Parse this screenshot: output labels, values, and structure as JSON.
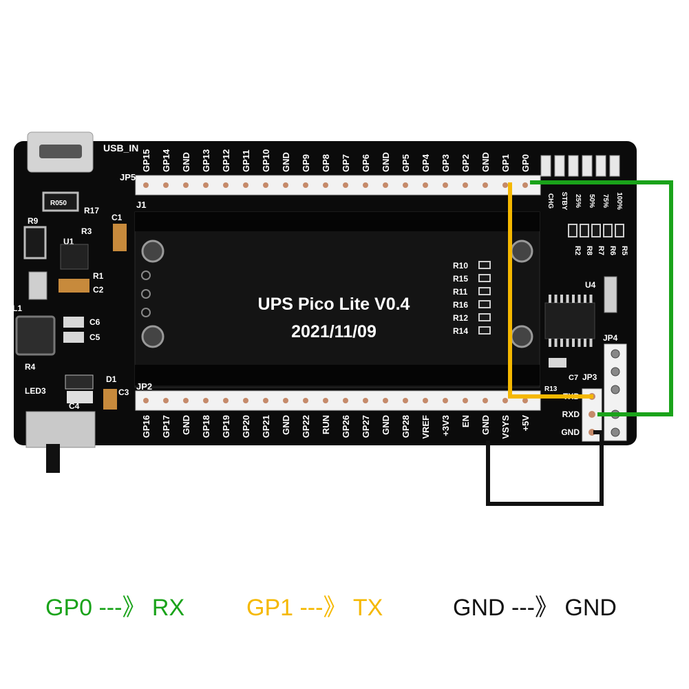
{
  "board": {
    "title": "UPS Pico Lite V0.4",
    "date": "2021/11/09",
    "usb_label": "USB_IN",
    "header_top_label": "JP5",
    "header_j1_label": "J1",
    "header_bottom_label": "JP2",
    "jp3_label": "JP3",
    "jp4_label": "JP4",
    "u4_label": "U4",
    "top_pins": [
      "GP15",
      "GP14",
      "GND",
      "GP13",
      "GP12",
      "GP11",
      "GP10",
      "GND",
      "GP9",
      "GP8",
      "GP7",
      "GP6",
      "GND",
      "GP5",
      "GP4",
      "GP3",
      "GP2",
      "GND",
      "GP1",
      "GP0"
    ],
    "bottom_pins": [
      "GP16",
      "GP17",
      "GND",
      "GP18",
      "GP19",
      "GP20",
      "GP21",
      "GND",
      "GP22",
      "RUN",
      "GP26",
      "GP27",
      "GND",
      "GP28",
      "VREF",
      "+3V3",
      "EN",
      "GND",
      "VSYS",
      "+5V"
    ],
    "led_labels": [
      "CHG",
      "STBY",
      "25%",
      "50%",
      "75%",
      "100%"
    ],
    "resistors_right_top": [
      "R2",
      "R8",
      "R7",
      "R6",
      "R5"
    ],
    "resistors_center": [
      "R10",
      "R15",
      "R11",
      "R16",
      "R12",
      "R14"
    ],
    "left_parts": [
      "R17",
      "R9",
      "R3",
      "U1",
      "C1",
      "R1",
      "C2",
      "L1",
      "C6",
      "C5",
      "R4",
      "D1",
      "LED3",
      "C3",
      "C4"
    ],
    "misc_part": "R13",
    "misc_part2": "C7",
    "uart_pins": [
      "TXD",
      "RXD",
      "GND"
    ],
    "r050_label": "R050"
  },
  "wires": {
    "gp0_color": "#1aa31a",
    "gp1_color": "#f5b800",
    "gnd_color": "#111111"
  },
  "legend": {
    "gp0": "GP0  ---》 RX",
    "gp1": "GP1  ---》 TX",
    "gnd": "GND ---》 GND"
  }
}
